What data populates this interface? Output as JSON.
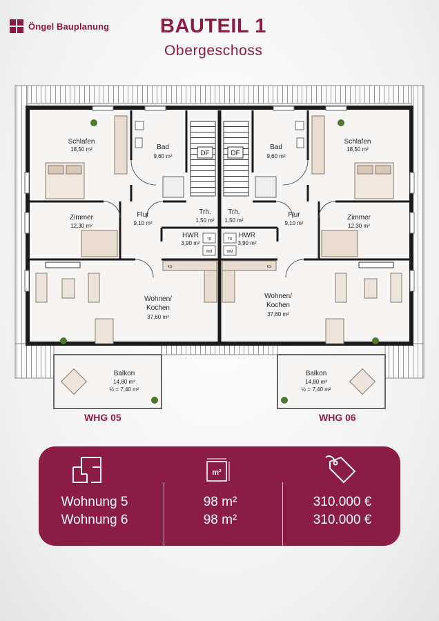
{
  "brand": {
    "name": "Öngel Bauplanung",
    "color": "#8b1c45"
  },
  "header": {
    "title": "BAUTEIL 1",
    "subtitle": "Obergeschoss"
  },
  "plan": {
    "left": {
      "schlafen": {
        "name": "Schlafen",
        "area": "18,50 m²"
      },
      "bad": {
        "name": "Bad",
        "area": "9,60 m²"
      },
      "df": "DF",
      "trh": {
        "name": "Trh.",
        "area": "1,50 m²"
      },
      "flur": {
        "name": "Flur",
        "area": "9,10 m²"
      },
      "zimmer": {
        "name": "Zimmer",
        "area": "12,30 m²"
      },
      "hwr": {
        "name": "HWR",
        "area": "3,90 m²",
        "tr": "TR",
        "wm": "WM"
      },
      "ks": "KS",
      "wohnen": {
        "name1": "Wohnen/",
        "name2": "Kochen",
        "area": "37,60 m²"
      },
      "balkon": {
        "name": "Balkon",
        "area": "14,80 m²",
        "half": "½ = 7,40 m²"
      },
      "unit": "WHG 05"
    },
    "right": {
      "schlafen": {
        "name": "Schlafen",
        "area": "18,50 m²"
      },
      "bad": {
        "name": "Bad",
        "area": "9,60 m²"
      },
      "df": "DF",
      "trh": {
        "name": "Trh.",
        "area": "1,50 m²"
      },
      "flur": {
        "name": "Flur",
        "area": "9,10 m²"
      },
      "zimmer": {
        "name": "Zimmer",
        "area": "12,30 m²"
      },
      "hwr": {
        "name": "HWR",
        "area": "3,90 m²",
        "tr": "TR",
        "wm": "WM"
      },
      "ks": "KS",
      "wohnen": {
        "name1": "Wohnen/",
        "name2": "Kochen",
        "area": "37,60 m²"
      },
      "balkon": {
        "name": "Balkon",
        "area": "14,80 m²",
        "half": "½ = 7,40 m²"
      },
      "unit": "WHG 06"
    }
  },
  "summary": {
    "area_icon_label": "m²",
    "units": [
      "Wohnung 5",
      "Wohnung 6"
    ],
    "areas": [
      "98 m²",
      "98 m²"
    ],
    "prices": [
      "310.000 €",
      "310.000 €"
    ],
    "icons": [
      "floorplan-icon",
      "area-icon",
      "price-tag-icon"
    ]
  }
}
